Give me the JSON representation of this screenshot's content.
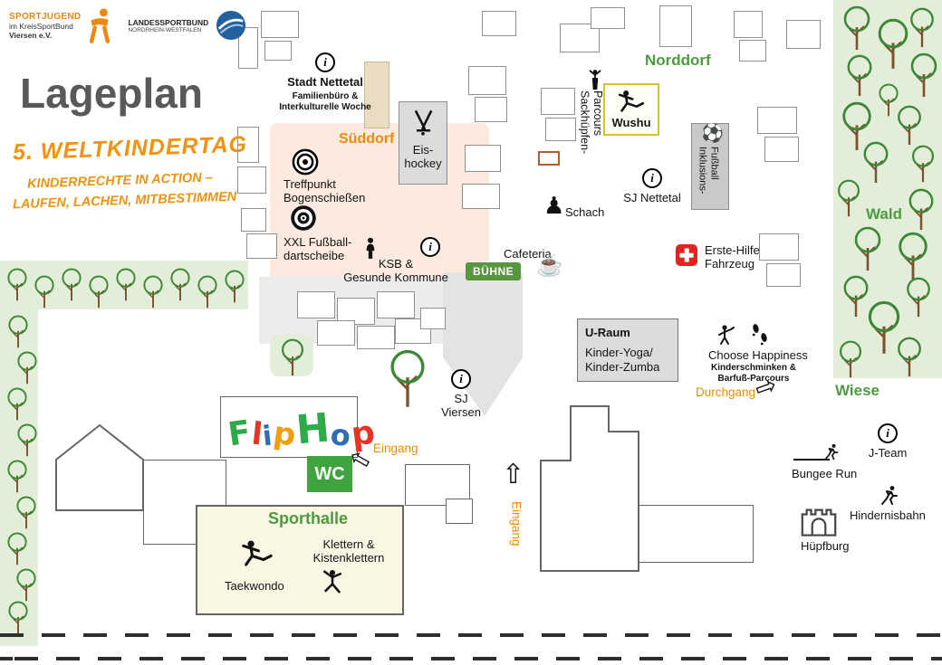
{
  "branding": {
    "sportjugend_line1": "SPORTJUGEND",
    "sportjugend_line2": "im KreisSportBund",
    "sportjugend_line3": "Viersen e.V.",
    "lsb_line1": "LANDESSPORTBUND",
    "lsb_line2": "NORDRHEIN-WESTFALEN"
  },
  "header": {
    "title": "Lageplan",
    "event_title": "5. WELTKINDERTAG",
    "event_sub1": "KINDERRECHTE IN ACTION –",
    "event_sub2": "LAUFEN, LACHEN, MITBESTIMMEN"
  },
  "areas": {
    "sueddorf": "Süddorf",
    "norddorf": "Norddorf",
    "wald": "Wald",
    "wiese": "Wiese",
    "sporthalle": "Sporthalle"
  },
  "stations": {
    "stadt_nettetal_title": "Stadt Nettetal",
    "stadt_nettetal_sub": "Familienbüro &\nInterkulturelle Woche",
    "eishockey": "Eis-\nhockey",
    "bogenschiessen": "Treffpunkt\nBogenschießen",
    "dartscheibe": "XXL Fußball-\ndartscheibe",
    "ksb": "KSB &\nGesunde Kommune",
    "buehne": "BÜHNE",
    "cafeteria": "Cafeteria",
    "schach": "Schach",
    "sackhuepfen": "Sackhüpfen-Parcours",
    "wushu": "Wushu",
    "sj_nettetal": "SJ Nettetal",
    "inklusionsfussball": "Inklusions-Fußball",
    "erste_hilfe": "Erste-Hilfe\nFahrzeug",
    "u_raum": "U-Raum",
    "yoga_zumba": "Kinder-Yoga/\nKinder-Zumba",
    "choose_happiness_title": "Choose Happiness",
    "choose_happiness_sub": "Kinderschminken &\nBarfuß-Parcours",
    "durchgang": "Durchgang",
    "sj_viersen": "SJ Viersen",
    "wc": "WC",
    "eingang_west": "Eingang",
    "eingang_sued": "Eingang",
    "taekwondo": "Taekwondo",
    "klettern": "Klettern &\nKistenklettern",
    "bungee_run": "Bungee Run",
    "j_team": "J-Team",
    "hindernisbahn": "Hindernisbahn",
    "huepfburg": "Hüpfburg"
  },
  "glyphs": {
    "info": "i",
    "chess_pawn": "♟",
    "soccer_ball": "⚽",
    "coffee": "☕",
    "arrow_up": "⇧",
    "arrow_left": "⇦",
    "arrow_right": "⇨"
  },
  "fliphop": {
    "letters": [
      {
        "ch": "F",
        "color": "#2faa4a",
        "size": 36,
        "rot": -8
      },
      {
        "ch": "l",
        "color": "#e63323",
        "size": 34,
        "rot": 6
      },
      {
        "ch": "i",
        "color": "#2f6db5",
        "size": 30,
        "rot": -6
      },
      {
        "ch": "p",
        "color": "#f19d0d",
        "size": 34,
        "rot": 8
      },
      {
        "ch": "H",
        "color": "#2faa4a",
        "size": 44,
        "rot": -5
      },
      {
        "ch": "o",
        "color": "#2f6db5",
        "size": 32,
        "rot": 7
      },
      {
        "ch": "p",
        "color": "#e63323",
        "size": 36,
        "rot": -7
      }
    ]
  },
  "colors": {
    "accent_orange": "#f0860a",
    "area_label_green": "#4e9b3f",
    "area_green_fill": "#e3eed9",
    "sueddorf_pink_fill": "#fbeadd",
    "building_gray_fill": "#d9d9d9",
    "stage_green": "#57953e",
    "wc_green": "#3fa43f",
    "first_aid_red": "#e02424",
    "wushu_yellow_border": "#d8c22f",
    "lsb_blue": "#23619e"
  }
}
